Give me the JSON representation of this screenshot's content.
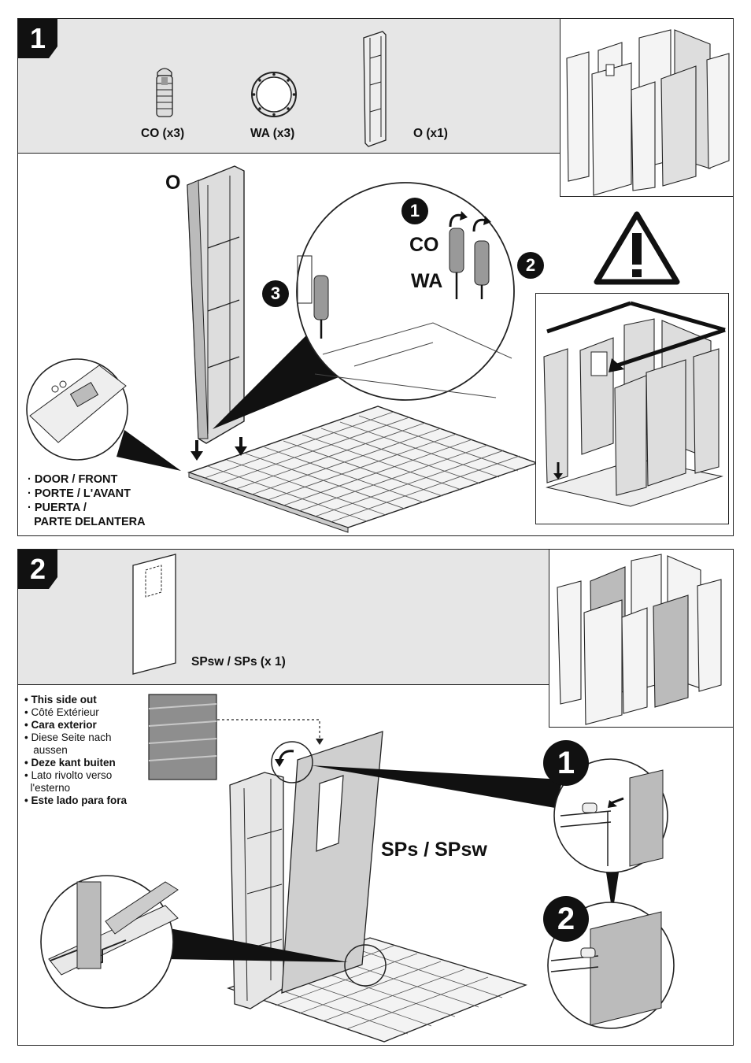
{
  "step1": {
    "number": "1",
    "parts": [
      {
        "label": "CO (x3)"
      },
      {
        "label": "WA (x3)"
      },
      {
        "label": "O (x1)"
      }
    ],
    "panel_label": "O",
    "callout_co": "CO",
    "callout_wa": "WA",
    "sub_steps": [
      "1",
      "2",
      "3"
    ],
    "door_front": [
      "DOOR / FRONT",
      "PORTE / L'AVANT",
      "PUERTA /",
      "PARTE DELANTERA"
    ]
  },
  "step2": {
    "number": "2",
    "part_label": "SPsw / SPs (x 1)",
    "side_out": [
      {
        "text": "This side out",
        "bold": true
      },
      {
        "text": "Côté Extérieur",
        "bold": false
      },
      {
        "text": "Cara exterior",
        "bold": true
      },
      {
        "text": "Diese Seite nach",
        "bold": false
      },
      {
        "text": "aussen",
        "bold": false,
        "indent": true
      },
      {
        "text": "Deze kant buiten",
        "bold": true
      },
      {
        "text": "Lato rivolto verso",
        "bold": false
      },
      {
        "text": "l'esterno",
        "bold": false,
        "indent": true
      },
      {
        "text": "Este lado para fora",
        "bold": true
      }
    ],
    "panel_label": "SPs / SPsw",
    "detail_steps": [
      "1",
      "2"
    ]
  },
  "icons": [
    "warning-icon",
    "rotate-arrow-icon",
    "down-arrow-icon"
  ]
}
